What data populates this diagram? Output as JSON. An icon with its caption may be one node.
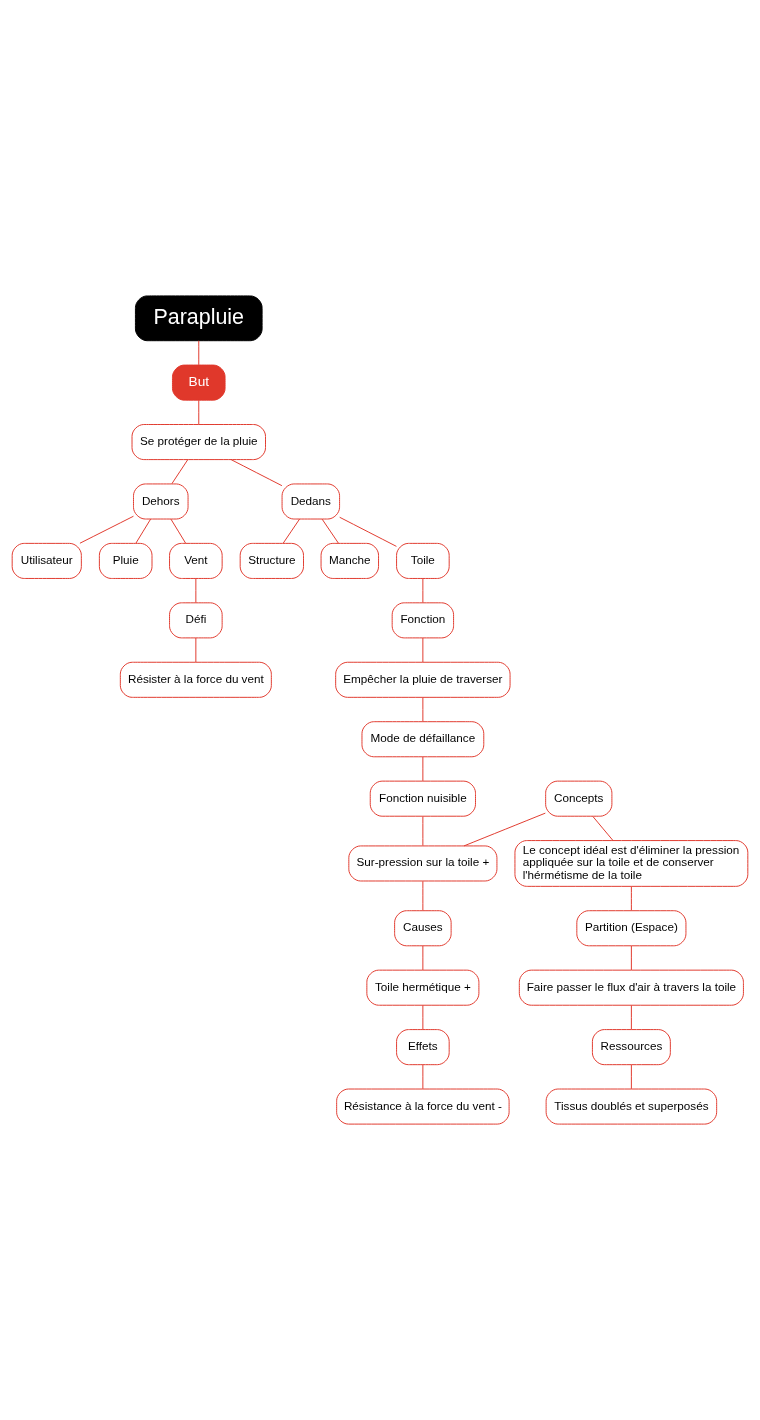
{
  "diagram": {
    "nodes": [
      {
        "text": [
          "Parapluie"
        ]
      },
      {
        "text": [
          "But"
        ]
      },
      {
        "text": [
          "Se protéger de la pluie"
        ]
      },
      {
        "text": [
          "Dehors"
        ]
      },
      {
        "text": [
          "Dedans"
        ]
      },
      {
        "text": [
          "Utilisateur"
        ]
      },
      {
        "text": [
          "Pluie"
        ]
      },
      {
        "text": [
          "Vent"
        ]
      },
      {
        "text": [
          "Structure"
        ]
      },
      {
        "text": [
          "Manche"
        ]
      },
      {
        "text": [
          "Toile"
        ]
      },
      {
        "text": [
          "Défi"
        ]
      },
      {
        "text": [
          "Fonction"
        ]
      },
      {
        "text": [
          "Résister à la force du vent"
        ]
      },
      {
        "text": [
          "Empêcher la pluie de traverser"
        ]
      },
      {
        "text": [
          "Mode de défaillance"
        ]
      },
      {
        "text": [
          "Fonction nuisible"
        ]
      },
      {
        "text": [
          "Concepts"
        ]
      },
      {
        "text": [
          "Sur-pression sur la toile +"
        ]
      },
      {
        "text": [
          "Le concept idéal est d'éliminer la pression appliquée sur la toile et de conserver l'hérmétisme de la toile"
        ]
      },
      {
        "text": [
          "Causes"
        ]
      },
      {
        "text": [
          "Toile hermétique +"
        ]
      },
      {
        "text": [
          "Partition (Espace)"
        ]
      },
      {
        "text": [
          "Effets"
        ]
      },
      {
        "text": [
          "Faire passer le flux d'air à travers la toile"
        ]
      },
      {
        "text": [
          "Résistance à la force du vent -"
        ]
      },
      {
        "text": [
          "Ressources"
        ]
      },
      {
        "text": [
          "Tissus doublés et superposés"
        ]
      }
    ],
    "edges": [
      {
        "from": 0,
        "to": 1,
        "arrow": "none"
      },
      {
        "from": 1,
        "to": 2,
        "arrow": "none"
      },
      {
        "from": 2,
        "to": 3,
        "arrow": "none"
      },
      {
        "from": 2,
        "to": 4,
        "arrow": "none"
      },
      {
        "from": 3,
        "to": 5,
        "arrow": "none"
      },
      {
        "from": 3,
        "to": 6,
        "arrow": "none"
      },
      {
        "from": 3,
        "to": 7,
        "arrow": "none"
      },
      {
        "from": 4,
        "to": 8,
        "arrow": "none"
      },
      {
        "from": 4,
        "to": 9,
        "arrow": "none"
      },
      {
        "from": 4,
        "to": 10,
        "arrow": "none"
      },
      {
        "from": 7,
        "to": 11,
        "arrow": "none"
      },
      {
        "from": 11,
        "to": 13,
        "arrow": "none"
      },
      {
        "from": 10,
        "to": 12,
        "arrow": "none"
      },
      {
        "from": 12,
        "to": 14,
        "arrow": "none"
      },
      {
        "from": 14,
        "to": 15,
        "arrow": "none"
      },
      {
        "from": 15,
        "to": 16,
        "arrow": "none"
      },
      {
        "from": 16,
        "to": 18,
        "arrow": "none"
      },
      {
        "from": 17,
        "to": 18,
        "arrow": "none"
      },
      {
        "from": 17,
        "to": 19,
        "arrow": "none"
      },
      {
        "from": 18,
        "to": 20,
        "arrow": "none"
      },
      {
        "from": 20,
        "to": 21,
        "arrow": "none"
      },
      {
        "from": 21,
        "to": 23,
        "arrow": "none"
      },
      {
        "from": 23,
        "to": 25,
        "arrow": "none"
      },
      {
        "from": 19,
        "to": 22,
        "arrow": "none"
      },
      {
        "from": 22,
        "to": 24,
        "arrow": "none"
      },
      {
        "from": 24,
        "to": 26,
        "arrow": "none"
      },
      {
        "from": 26,
        "to": 27,
        "arrow": "none"
      }
    ]
  }
}
